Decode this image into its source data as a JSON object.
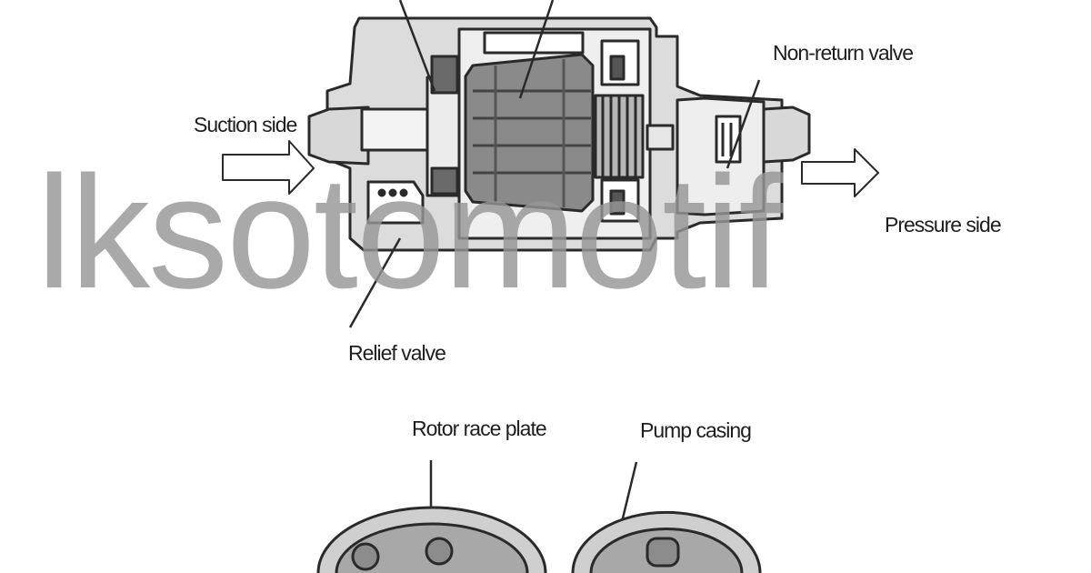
{
  "labels": {
    "non_return_valve": "Non-return valve",
    "suction_side": "Suction side",
    "pressure_side": "Pressure side",
    "relief_valve": "Relief valve",
    "rotor_race_plate": "Rotor race plate",
    "pump_casing": "Pump casing"
  },
  "watermark": "lksotomotif",
  "colors": {
    "line": "#2a2a2a",
    "dark_fill": "#7d7d7d",
    "mid_fill": "#c8c8c8",
    "light_fill": "#eeeeee",
    "watermark": "#969696"
  }
}
